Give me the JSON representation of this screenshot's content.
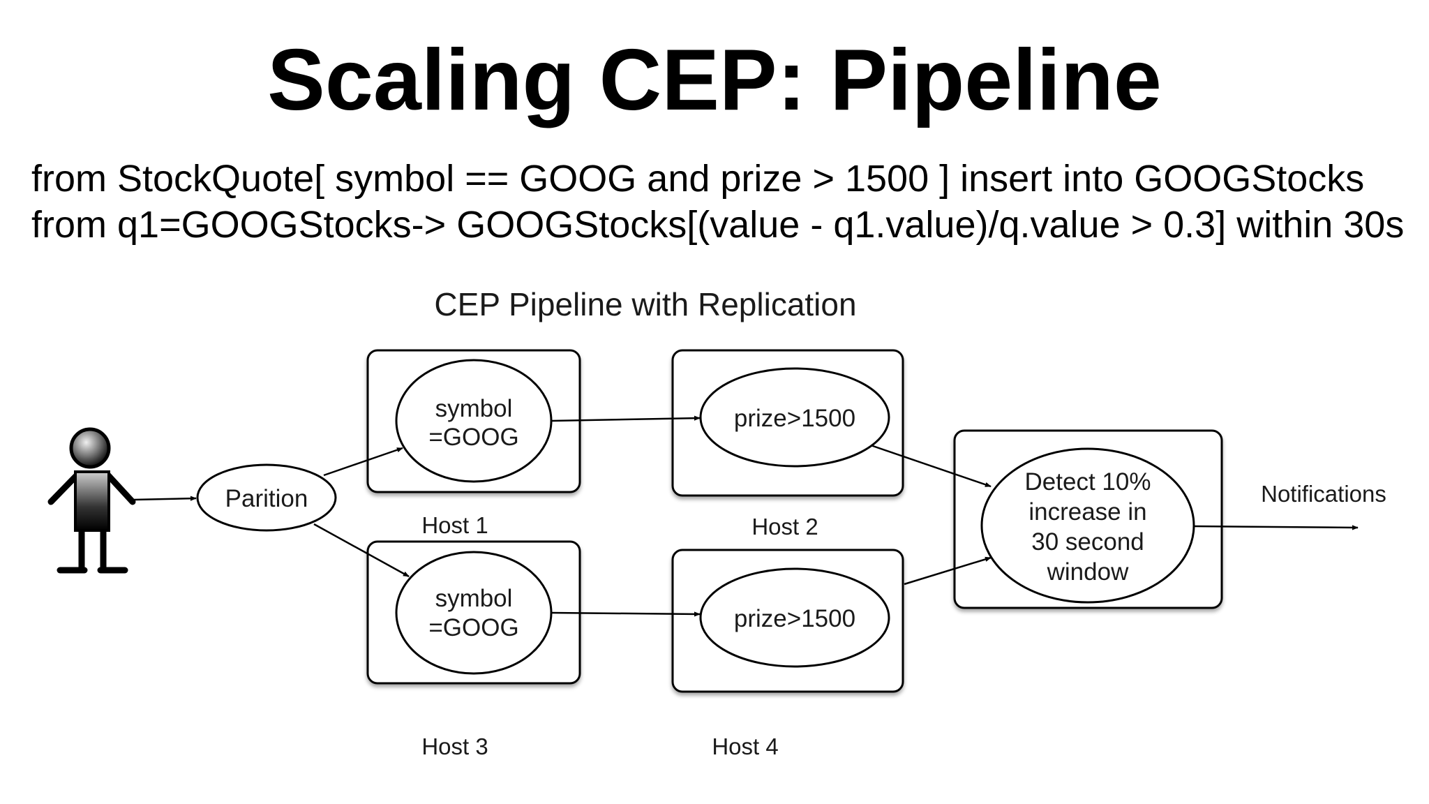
{
  "title": "Scaling CEP: Pipeline",
  "queries": [
    "from StockQuote[ symbol == GOOG and prize > 1500 ] insert into GOOGStocks",
    "from q1=GOOGStocks-> GOOGStocks[(value - q1.value)/q.value > 0.3] within 30s"
  ],
  "diagram": {
    "title": "CEP Pipeline with Replication",
    "partition_label": "Parition",
    "hosts": [
      {
        "name": "Host 1",
        "node": [
          "symbol",
          "=GOOG"
        ]
      },
      {
        "name": "Host 2",
        "node": [
          "prize>1500"
        ]
      },
      {
        "name": "Host 3",
        "node": [
          "symbol",
          "=GOOG"
        ]
      },
      {
        "name": "Host 4",
        "node": [
          "prize>1500"
        ]
      }
    ],
    "detector": [
      "Detect 10%",
      "increase in",
      "30 second",
      "window"
    ],
    "output_label": "Notifications"
  }
}
